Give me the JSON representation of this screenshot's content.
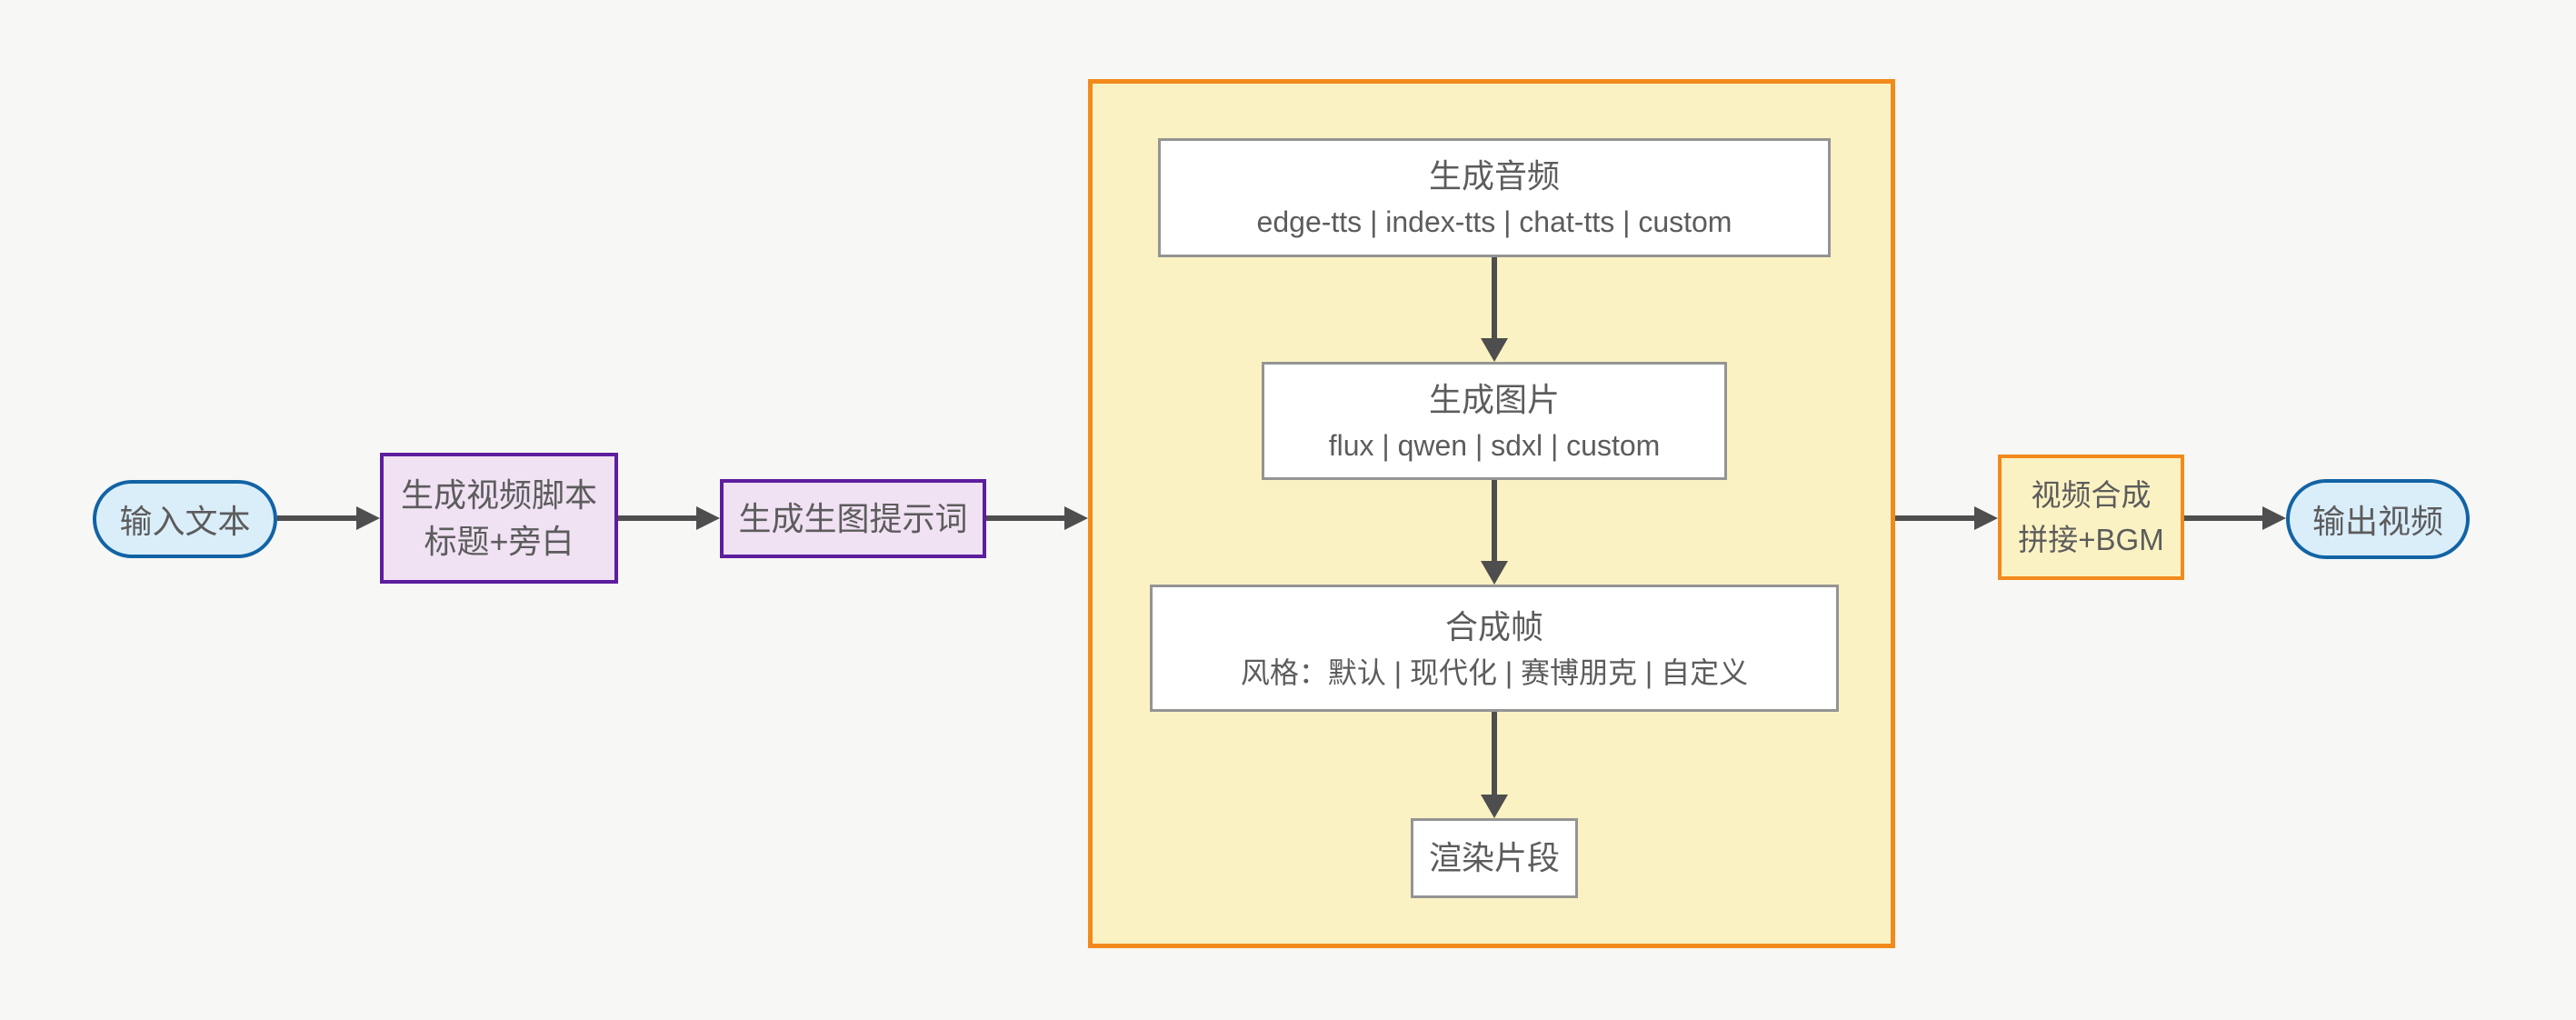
{
  "diagram": {
    "type": "flowchart",
    "direction": "left-to-right",
    "colors": {
      "background": "#f7f7f5",
      "arrow": "#4e4e4e",
      "text": "#5c5c5c",
      "pill_border": "#1263a5",
      "pill_fill": "#daeefa",
      "purple_border": "#5d1e9e",
      "purple_fill": "#f0e1f3",
      "orange_border": "#f28a1b",
      "yellow_fill": "#fbf2c3",
      "inner_border": "#949494",
      "inner_fill": "#ffffff"
    },
    "nodes": {
      "input": {
        "label": "输入文本"
      },
      "script": {
        "lines": [
          "生成视频脚本",
          "标题+旁白"
        ]
      },
      "prompt": {
        "label": "生成生图提示词"
      },
      "group_audio": {
        "title": "生成音频",
        "subtitle": "edge-tts | index-tts | chat-tts | custom"
      },
      "group_image": {
        "title": "生成图片",
        "subtitle": "flux | qwen | sdxl | custom"
      },
      "group_frame": {
        "title": "合成帧",
        "subtitle": "风格：默认 | 现代化 | 赛博朋克 | 自定义"
      },
      "group_render": {
        "label": "渲染片段"
      },
      "compose": {
        "lines": [
          "视频合成",
          "拼接+BGM"
        ]
      },
      "output": {
        "label": "输出视频"
      }
    }
  }
}
